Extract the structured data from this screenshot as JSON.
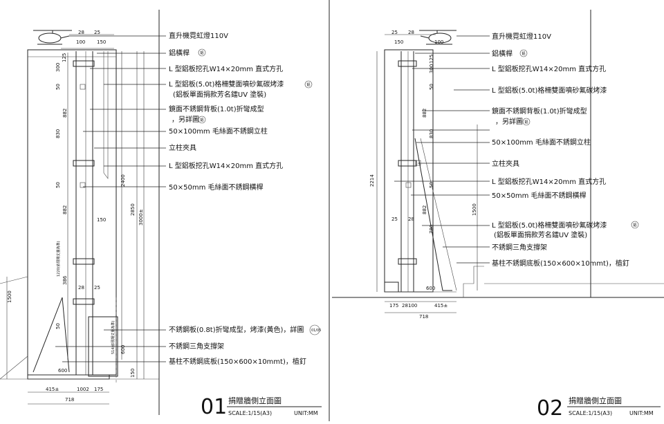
{
  "drawing_01": {
    "number": "01",
    "title": "捐贈牆側立面圖",
    "scale": "SCALE:1/15(A3)",
    "unit": "UNIT:MM",
    "callouts": [
      "直升機霓虹燈110V",
      "鋁橫桿",
      "L 型鋁板挖孔W14×20mm 直式方孔",
      "L 型鋁板(5.0t)格柵雙面噴砂氟碳烤漆",
      "(鋁板單面捐款芳名鐳UV 塗裝)",
      "鏡面不銹鋼背板(1.0t)折彎成型",
      "，另詳圖",
      "50×100mm 毛絲面不銹鋼立柱",
      "立柱夾具",
      "L 型鋁板挖孔W14×20mm 直式方孔",
      "50×50mm 毛絲面不銹鋼橫桿",
      "不銹鋼板(0.8t)折彎成型，烤漆(黃色)，詳圖",
      "不銹鋼三角支撐架",
      "基柱不銹鋼底板(150×600×10mmt)，植釘"
    ],
    "detail_refs": [
      "鋁",
      "鋁",
      "鋁",
      "01/05"
    ],
    "dims": {
      "top_28": "28",
      "top_25": "25",
      "top_100": "100",
      "top_150": "150",
      "mid_150": "150",
      "mid_28": "28",
      "mid_25": "25",
      "bot_600": "600",
      "bot_415": "415±",
      "bot_1002": "1002",
      "bot_175": "175",
      "bot_718": "718",
      "v_125": "125",
      "v_300": "300",
      "v_50a": "50",
      "v_882a": "882",
      "v_830": "830",
      "v_50b": "50",
      "v_882b": "882",
      "v_1220": "1220(依現場丈量為準)",
      "v_386": "386",
      "v_50c": "50",
      "v_1500": "1500",
      "v_2400": "2400",
      "v_2850": "2850",
      "v_3000": "3000±",
      "v_150": "150",
      "v_600": "600",
      "v_514": "514(依現場丈量為準)"
    }
  },
  "drawing_02": {
    "number": "02",
    "title": "捐贈牆側立面圖",
    "scale": "SCALE:1/15(A3)",
    "unit": "UNIT:MM",
    "callouts": [
      "直升機霓虹燈110V",
      "鋁橫桿",
      "L 型鋁板挖孔W14×20mm 直式方孔",
      "L 型鋁板(5.0t)格柵雙面噴砂氟碳烤漆",
      "鏡面不銹鋼背板(1.0t)折彎成型",
      "，另詳圖",
      "50×100mm 毛絲面不銹鋼立柱",
      "立柱夾具",
      "L 型鋁板挖孔W14×20mm 直式方孔",
      "50×50mm 毛絲面不銹鋼橫桿",
      "L 型鋁板(5.0t)格柵雙面噴砂氟碳烤漆",
      "(鋁板單面捐款芳名鐳UV 塗裝)",
      "不銹鋼三角支撐架",
      "基柱不銹鋼底板(150×600×10mmt)，植釘"
    ],
    "detail_refs": [
      "鋁",
      "鋁",
      "鋁"
    ],
    "dims": {
      "top_25": "25",
      "top_28": "28",
      "top_150": "150",
      "top_100": "100",
      "mid_25": "25",
      "mid_28": "28",
      "bot_600": "600",
      "bot_175": "175",
      "bot_28": "28",
      "bot_100": "100",
      "bot_415": "415±",
      "bot_718": "718",
      "v_2214": "2214",
      "v_125": "125",
      "v_300": "300",
      "v_50a": "50",
      "v_882a": "882",
      "v_830": "830",
      "v_50b": "50",
      "v_882b": "882",
      "v_780": "780",
      "v_1500": "1500"
    }
  }
}
